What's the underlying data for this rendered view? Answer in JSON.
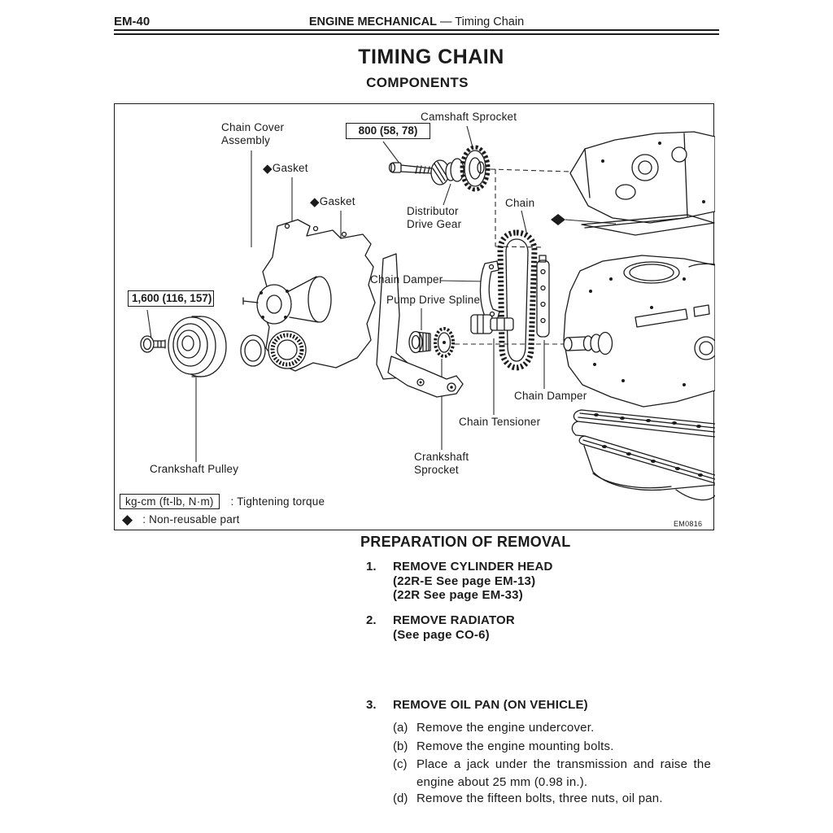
{
  "icons": {
    "diamond": "◆"
  },
  "header": {
    "page_number": "EM-40",
    "section_bold": "ENGINE MECHANICAL",
    "section_rest": " — Timing Chain"
  },
  "title": "TIMING CHAIN",
  "subtitle": "COMPONENTS",
  "diagram": {
    "figure_code": "EM0816",
    "torque_camshaft": "800 (58, 78)",
    "torque_crankshaft": "1,600 (116, 157)",
    "labels": {
      "chain_cover_1": "Chain Cover",
      "chain_cover_2": "Assembly",
      "gasket": "Gasket",
      "camshaft_sprocket": "Camshaft Sprocket",
      "distributor_1": "Distributor",
      "distributor_2": "Drive Gear",
      "chain": "Chain",
      "chain_damper_upper": "Chain Damper",
      "pump_drive_spline": "Pump Drive Spline",
      "chain_damper_lower": "Chain Damper",
      "chain_tensioner": "Chain Tensioner",
      "crankshaft_sprocket_1": "Crankshaft",
      "crankshaft_sprocket_2": "Sprocket",
      "crankshaft_pulley": "Crankshaft Pulley"
    },
    "legend": {
      "torque_box": "kg-cm (ft-lb, N·m)",
      "torque_text": ":  Tightening torque",
      "nonreusable_text": ":  Non-reusable part"
    }
  },
  "procedure": {
    "heading": "PREPARATION OF REMOVAL",
    "steps": [
      {
        "num": "1.",
        "title": "REMOVE CYLINDER HEAD",
        "subs": [
          "(22R-E See page EM-13)",
          "(22R See page EM-33)"
        ]
      },
      {
        "num": "2.",
        "title": "REMOVE RADIATOR",
        "subs": [
          "(See page CO-6)"
        ]
      },
      {
        "num": "3.",
        "title": "REMOVE OIL PAN (ON VEHICLE)",
        "items": [
          {
            "letter": "(a)",
            "text": "Remove the engine undercover."
          },
          {
            "letter": "(b)",
            "text": "Remove the engine mounting bolts."
          },
          {
            "letter": "(c)",
            "text": "Place a jack under the transmission and raise the engine about 25 mm (0.98 in.)."
          },
          {
            "letter": "(d)",
            "text": "Remove the fifteen bolts, three nuts, oil pan."
          }
        ]
      }
    ]
  }
}
